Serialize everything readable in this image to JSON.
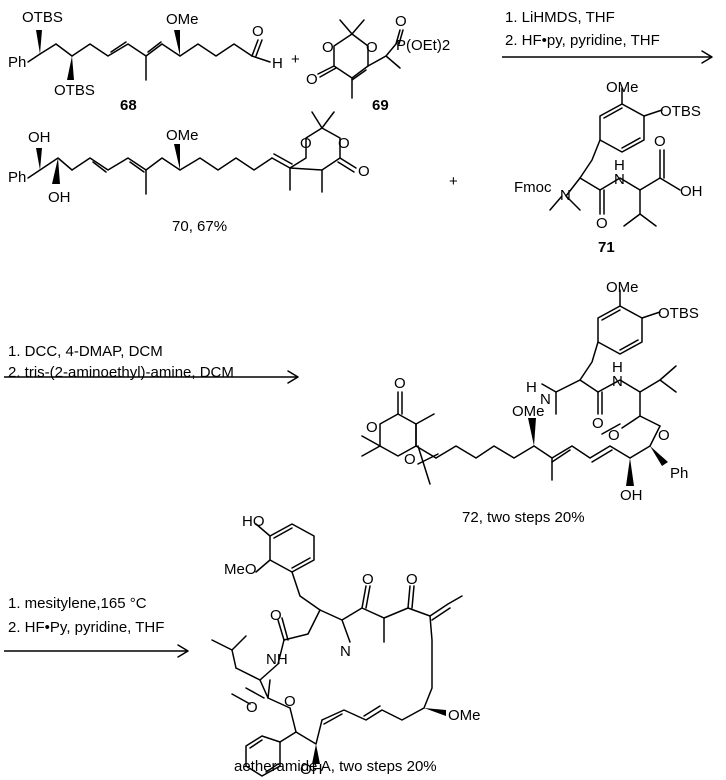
{
  "step1": {
    "compound_68": {
      "id": "68",
      "labels": {
        "otbs_top": "OTBS",
        "otbs_bottom": "OTBS",
        "ph": "Ph",
        "ome": "OMe",
        "h": "H",
        "o": "O"
      }
    },
    "plus_1": "+",
    "compound_69": {
      "id": "69",
      "labels": {
        "ring_o_left": "O",
        "ring_o_right": "O",
        "carbonyl_o": "O",
        "p_oxo": "O",
        "phosphonate": "P(OEt)2"
      }
    },
    "conditions": [
      "1. LiHMDS, THF",
      "2. HF•py, pyridine, THF"
    ]
  },
  "step2": {
    "compound_70": {
      "id": "70",
      "yield": ", 67%",
      "labels": {
        "oh_top": "OH",
        "oh_bottom": "OH",
        "ph": "Ph",
        "ome": "OMe",
        "ring_o_top": "O",
        "ring_o_right": "O",
        "carbonyl_o": "O"
      }
    },
    "plus_2": "+",
    "compound_71": {
      "id": "71",
      "labels": {
        "ome": "OMe",
        "otbs": "OTBS",
        "fmoc": "Fmoc",
        "n": "N",
        "nh": "N",
        "h": "H",
        "o_amide": "O",
        "o_acid": "O",
        "oh": "OH"
      }
    },
    "conditions": [
      "1. DCC, 4-DMAP, DCM",
      "2.  tris-(2-aminoethyl)-amine, DCM"
    ]
  },
  "step3": {
    "compound_72": {
      "id": "72",
      "yield": ", two steps 20%",
      "labels": {
        "ome_top": "OMe",
        "otbs": "OTBS",
        "nh_amine": "N",
        "h_amine": "H",
        "nh_amide": "N",
        "h_amide": "H",
        "o_amide": "O",
        "o_ester": "O",
        "o_ester_link": "O",
        "o_top": "O",
        "ring_o_left": "O",
        "ring_o_bottom": "O",
        "ome_mid": "OMe",
        "ph": "Ph",
        "oh": "OH"
      }
    },
    "conditions": [
      "1. mesitylene,165 °C",
      "2. HF•Py, pyridine, THF"
    ]
  },
  "product": {
    "name": "aetheramide A",
    "yield": ", two steps 20%",
    "labels": {
      "ho": "HO",
      "meo": "MeO",
      "n": "N",
      "nh": "NH",
      "o1": "O",
      "o2": "O",
      "o3": "O",
      "o4": "O",
      "o5": "O",
      "oh": "OH",
      "ome": "OMe"
    }
  }
}
